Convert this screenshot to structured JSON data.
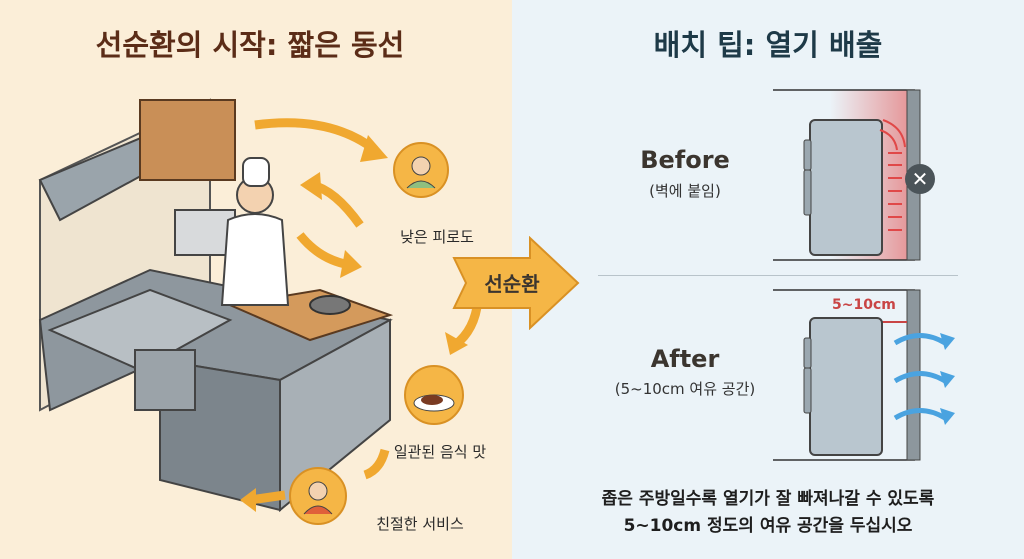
{
  "left": {
    "title": "선순환의 시작: 짧은 동선",
    "benefits": [
      {
        "label": "낮은 피로도",
        "icon": "sleeping-person-icon"
      },
      {
        "label": "일관된 음식 맛",
        "icon": "steak-plate-icon"
      },
      {
        "label": "친절한 서비스",
        "icon": "smiling-staff-icon"
      }
    ],
    "cycle_label": "선순환"
  },
  "right": {
    "title": "배치 팁: 열기 배출",
    "before": {
      "label": "Before",
      "sub": "(벽에 붙임)"
    },
    "after": {
      "label": "After",
      "sub": "(5~10cm 여유 공간)",
      "gap": "5~10cm"
    },
    "note_line1": "좁은 주방일수록 열기가 잘 빠져나갈 수 있도록",
    "note_line2": "5~10cm 정도의 여유 공간을 두십시오"
  },
  "colors": {
    "accent": "#f5b646",
    "heat": "#e04848",
    "airflow": "#4aa3e0"
  }
}
